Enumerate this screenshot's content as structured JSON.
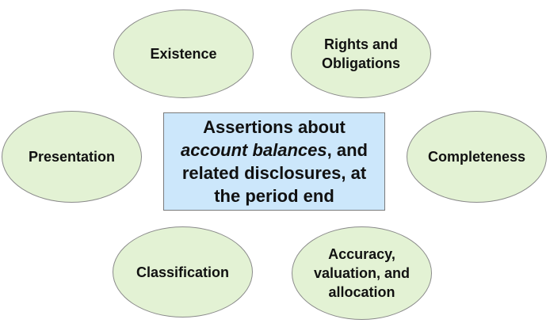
{
  "colors": {
    "ellipse_fill": "#e3f2d4",
    "box_fill": "#cce7fb",
    "border": "#8a8a8a",
    "text": "#111111"
  },
  "center": {
    "line1": "Assertions about",
    "line2_italic": "account balances",
    "line2_rest": ", and",
    "line3": "related disclosures, at",
    "line4": "the period end"
  },
  "assertions": {
    "existence": "Existence",
    "rights_line1": "Rights and",
    "rights_line2": "Obligations",
    "presentation": "Presentation",
    "completeness": "Completeness",
    "classification": "Classification",
    "accuracy_line1": "Accuracy,",
    "accuracy_line2": "valuation, and",
    "accuracy_line3": "allocation"
  }
}
